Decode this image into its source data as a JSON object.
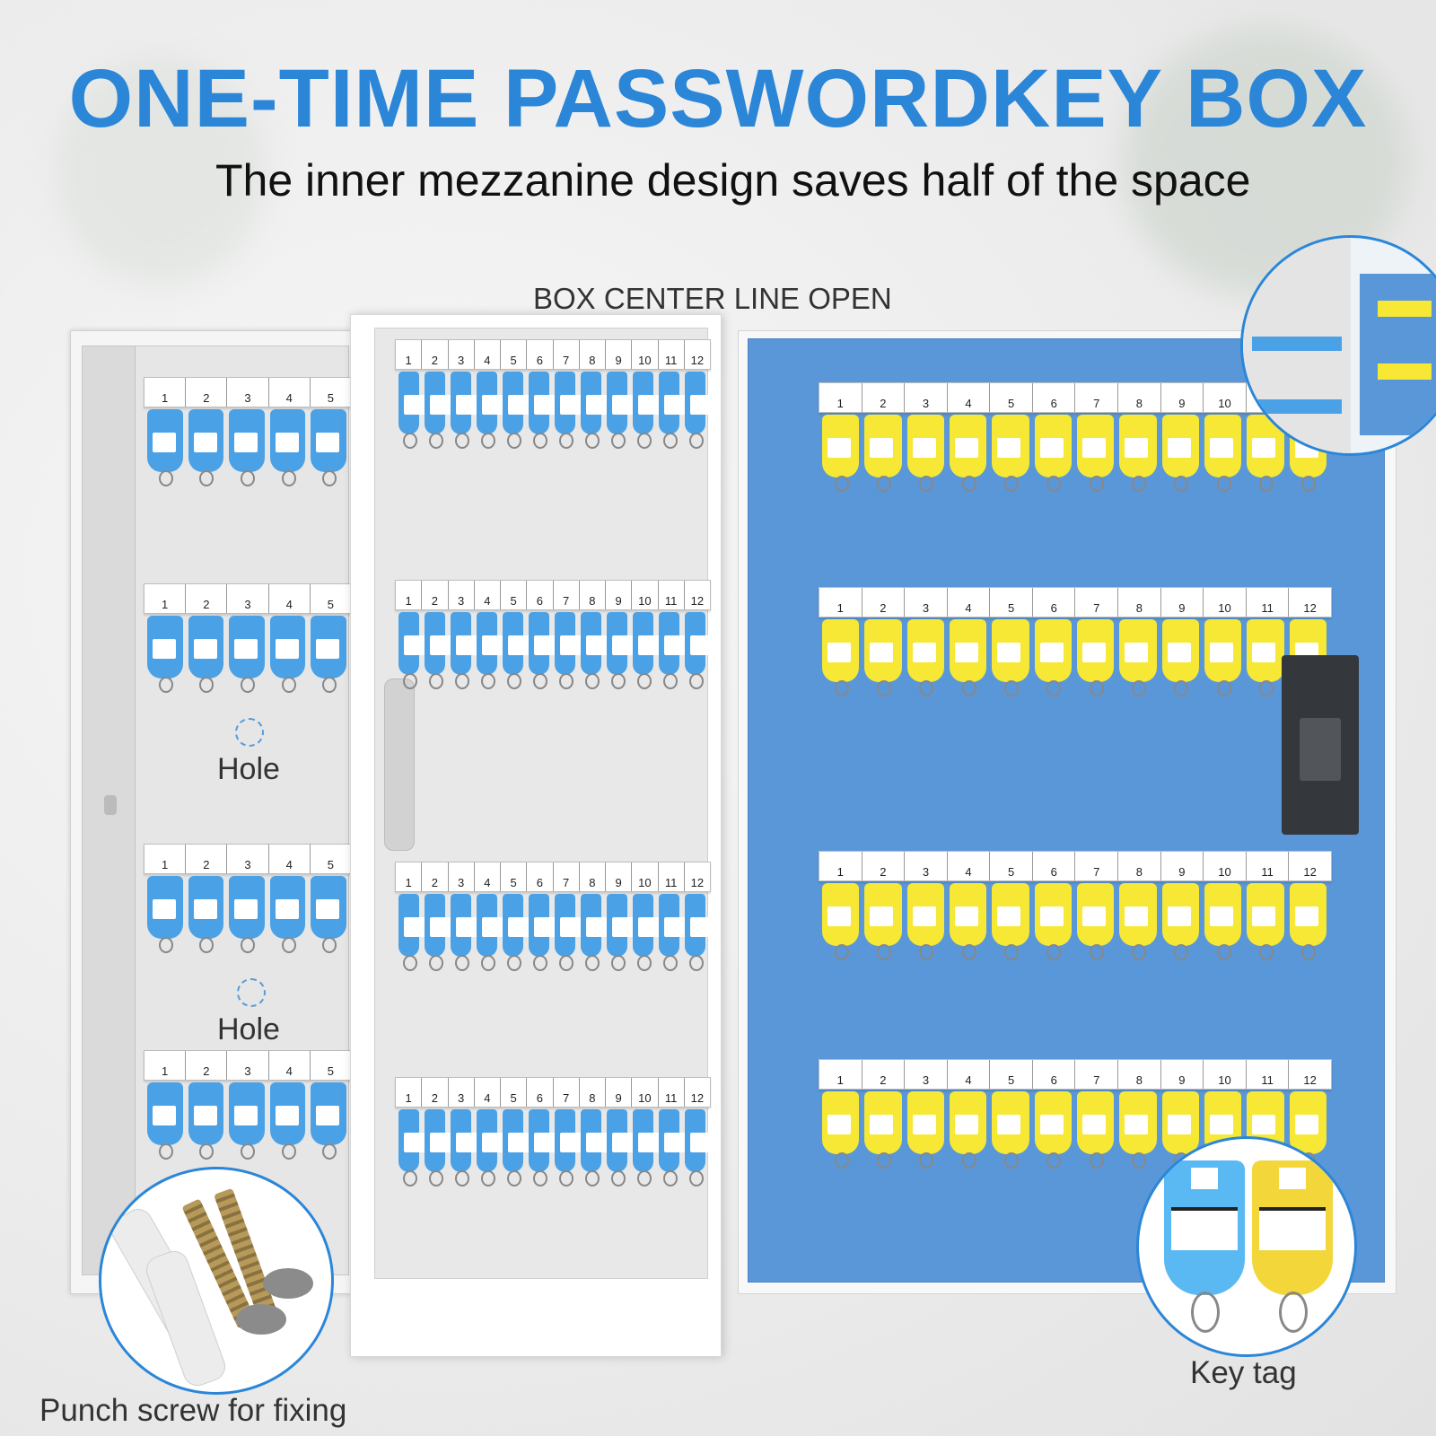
{
  "title": "ONE-TIME PASSWORDKEY BOX",
  "subtitle": "The inner mezzanine design saves half of the space",
  "center_label": "BOX CENTER LINE OPEN",
  "hole_label_1": "Hole",
  "hole_label_2": "Hole",
  "screw_caption": "Punch screw for fixing",
  "tag_caption": "Key tag",
  "rail_numbers": [
    "1",
    "2",
    "3",
    "4",
    "5",
    "6",
    "7",
    "8",
    "9",
    "10",
    "11",
    "12"
  ],
  "back_rail_numbers": [
    "1",
    "2",
    "3",
    "4",
    "5"
  ],
  "colors": {
    "accent": "#2b86d8",
    "blue_tag": "#4aa1e6",
    "yellow_tag": "#f6e834",
    "box_blue": "#5a97d8"
  }
}
